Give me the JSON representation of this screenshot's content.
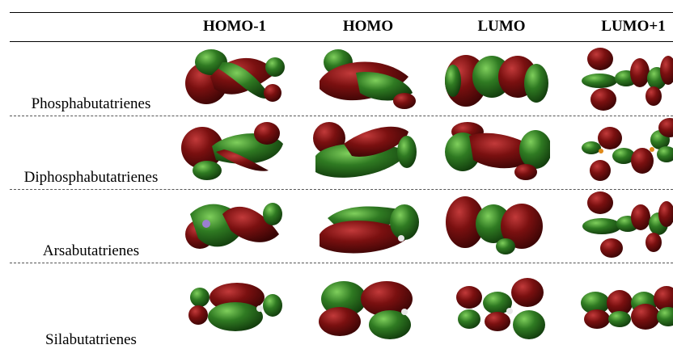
{
  "table": {
    "columns": [
      "HOMO-1",
      "HOMO",
      "LUMO",
      "LUMO+1"
    ],
    "rows": [
      {
        "label": "Phosphabutatrienes"
      },
      {
        "label": "Diphosphabutatrienes"
      },
      {
        "label": "Arsabutatrienes"
      },
      {
        "label": "Silabutatrienes"
      }
    ]
  },
  "colors": {
    "lobe_red": "#7a1010",
    "lobe_green": "#2f7a22",
    "atom_p": "#e08a1a",
    "atom_as": "#9b7fd0"
  },
  "icons": [
    "orbital-lobe-image"
  ]
}
